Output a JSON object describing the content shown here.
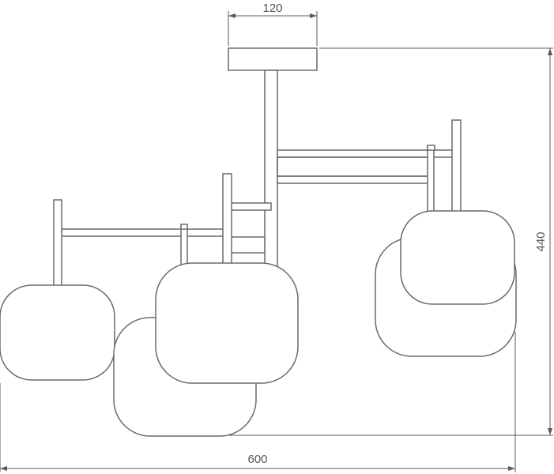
{
  "dimensions": {
    "width_top": "120",
    "height_right": "440",
    "width_bottom": "600"
  },
  "colors": {
    "line": "#6a6a6a",
    "background": "#ffffff"
  }
}
